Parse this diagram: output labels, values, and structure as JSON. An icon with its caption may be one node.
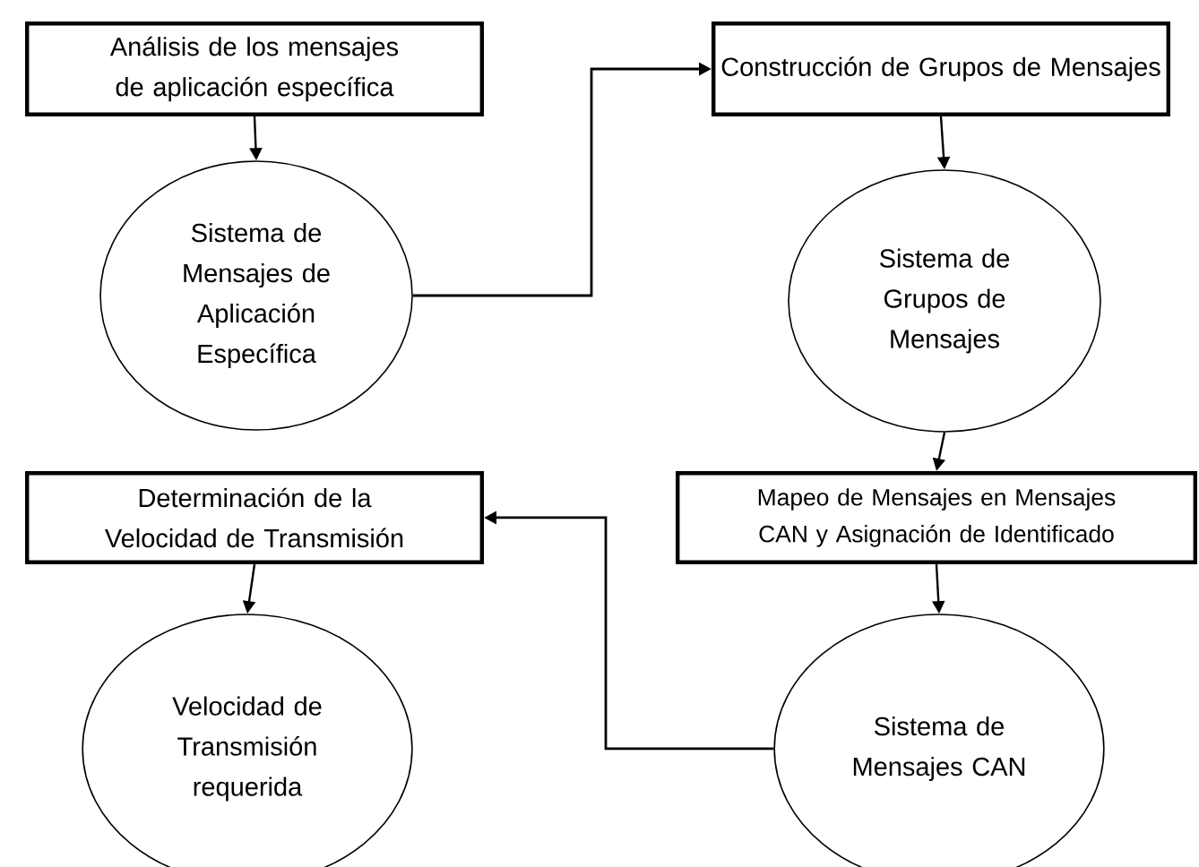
{
  "diagram": {
    "nodes": [
      {
        "text": [
          "Análisis de los mensajes de aplicación específica"
        ]
      },
      {
        "text": [
          "Sistema de Mensajes de Aplicación Específica"
        ]
      },
      {
        "text": [
          "Construcción de Grupos de Mensajes"
        ]
      },
      {
        "text": [
          "Sistema de Grupos de Mensajes"
        ]
      },
      {
        "text": [
          "Mapeo de Mensajes en Mensajes CAN y Asignación de Identificado"
        ]
      },
      {
        "text": [
          "Sistema de Mensajes CAN"
        ]
      },
      {
        "text": [
          "Determinación de la Velocidad de Transmisión"
        ]
      },
      {
        "text": [
          "Velocidad de Transmisión requerida"
        ]
      }
    ],
    "edges": [
      {
        "from": 0,
        "to": 1,
        "arrow": "to"
      },
      {
        "from": 1,
        "to": 2,
        "arrow": "to"
      },
      {
        "from": 2,
        "to": 3,
        "arrow": "to"
      },
      {
        "from": 3,
        "to": 4,
        "arrow": "to"
      },
      {
        "from": 4,
        "to": 5,
        "arrow": "to"
      },
      {
        "from": 5,
        "to": 6,
        "arrow": "to"
      },
      {
        "from": 6,
        "to": 7,
        "arrow": "to"
      }
    ]
  }
}
